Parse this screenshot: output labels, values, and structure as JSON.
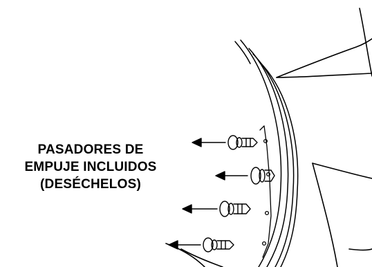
{
  "callout": {
    "line1": "PASADORES DE",
    "line2": "EMPUJE INCLUIDOS",
    "line3": "(DESÉCHELOS)"
  },
  "figure": {
    "subject": "vehicle fender liner with push pins being removed",
    "pin_count": 4,
    "ink_color": "#000000",
    "background_color": "#ffffff"
  }
}
